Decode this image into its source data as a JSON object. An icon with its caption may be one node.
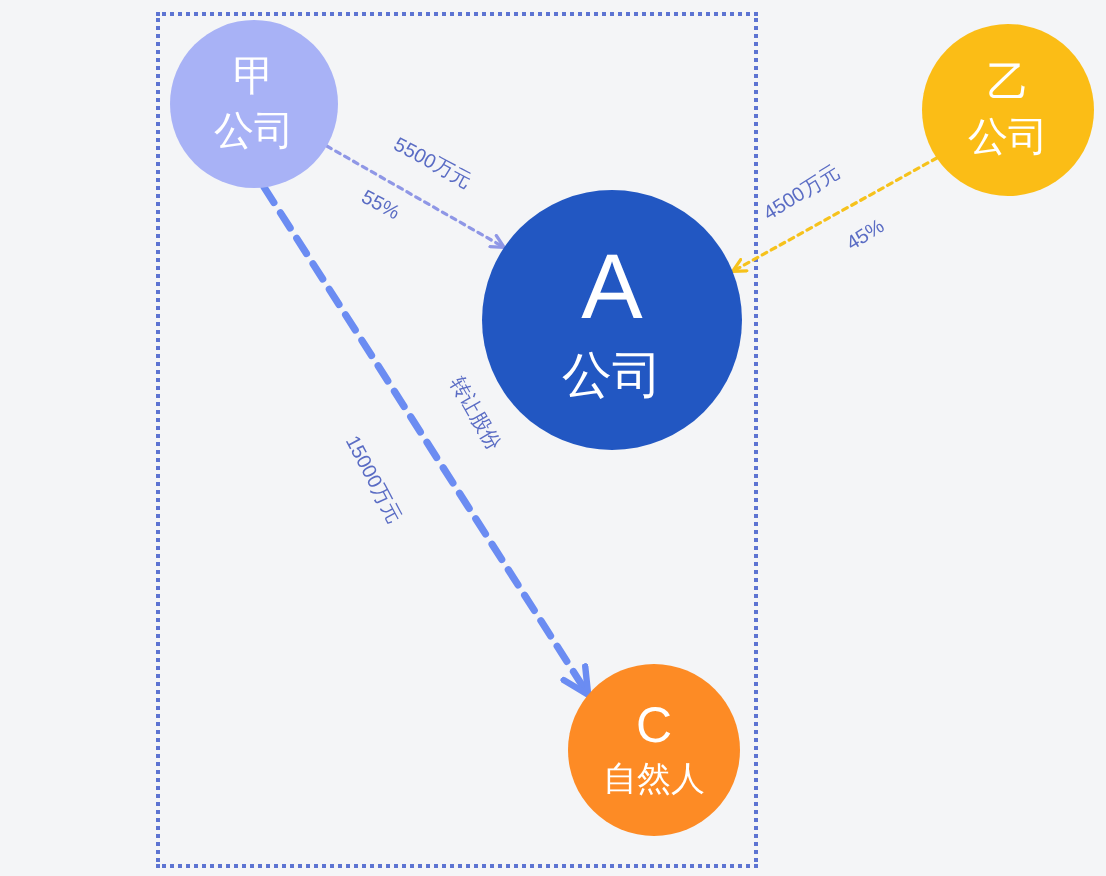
{
  "diagram": {
    "nodes": [
      {
        "text": [
          "甲",
          "公司"
        ]
      },
      {
        "text": [
          "乙",
          "公司"
        ]
      },
      {
        "text": [
          "A",
          "公司"
        ]
      },
      {
        "text": [
          "C",
          "自然人"
        ]
      }
    ],
    "edges": [
      {
        "from": 0,
        "to": 2,
        "arrow": "to",
        "label": "5500万元",
        "style": "dashed",
        "color": "#8f97e6"
      },
      {
        "from": 1,
        "to": 2,
        "arrow": "to",
        "label": "4500万元",
        "style": "dashed",
        "color": "#f6c21c"
      },
      {
        "from": 0,
        "to": 3,
        "arrow": "to",
        "label": "15000万元",
        "style": "dashed",
        "color": "#6b8cf2"
      }
    ],
    "labels": [
      "55%",
      "45%",
      "转让股份"
    ]
  }
}
